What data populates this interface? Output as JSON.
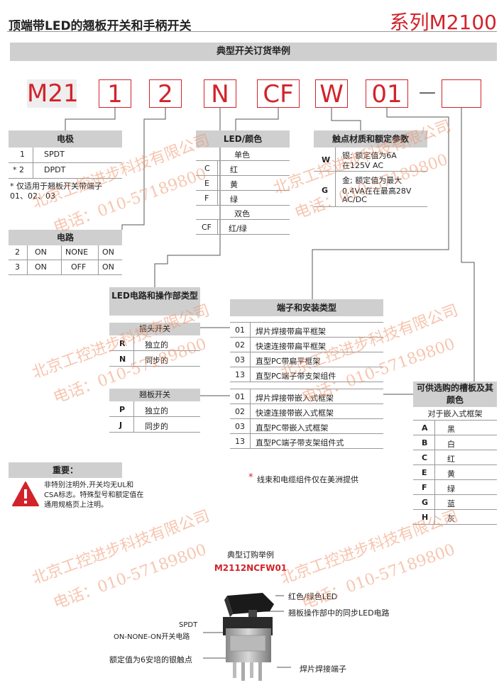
{
  "header": {
    "title": "顶端带LED的翘板开关和手柄开关",
    "series": "系列M2100"
  },
  "banner": "典型开关订货举例",
  "code": {
    "prefix": "M21",
    "b1": "1",
    "b2": "2",
    "b3": "N",
    "b4": "CF",
    "b5": "W",
    "b6": "01",
    "dash": "—"
  },
  "pole": {
    "title": "电极",
    "rows": [
      {
        "k": "1",
        "v": "SPDT"
      },
      {
        "k": "* 2",
        "v": "DPDT"
      }
    ],
    "note": "* 仅适用于翘板开关带端子 01、02、03"
  },
  "circuit": {
    "title": "电路",
    "rows": [
      {
        "k": "2",
        "a": "ON",
        "b": "NONE",
        "c": "ON"
      },
      {
        "k": "3",
        "a": "ON",
        "b": "OFF",
        "c": "ON"
      }
    ]
  },
  "led": {
    "title": "LED/颜色",
    "single": "单色",
    "rows1": [
      {
        "k": "C",
        "v": "红"
      },
      {
        "k": "E",
        "v": "黄"
      },
      {
        "k": "F",
        "v": "绿"
      }
    ],
    "dual": "双色",
    "rows2": [
      {
        "k": "CF",
        "v": "红/绿"
      }
    ]
  },
  "contact": {
    "title": "触点材质和额定参数",
    "rows": [
      {
        "k": "W",
        "v1": "银; 额定值为6A",
        "v2": "在125V AC"
      },
      {
        "k": "G",
        "v1": "金; 额定值为最大",
        "v2": "0.4VA在在最高28V",
        "v3": "AC/DC"
      }
    ]
  },
  "ledop": {
    "title": "LED电路和操作部类型",
    "rocker": "摇头开关",
    "rows1": [
      {
        "k": "R",
        "v": "独立的"
      },
      {
        "k": "N",
        "v": "同步的"
      }
    ],
    "paddle": "翘板开关",
    "rows2": [
      {
        "k": "P",
        "v": "独立的"
      },
      {
        "k": "J",
        "v": "同步的"
      }
    ]
  },
  "term": {
    "title": "端子和安装类型",
    "rows1": [
      {
        "k": "01",
        "v": "焊片焊接带扁平框架"
      },
      {
        "k": "02",
        "v": "快速连接带扁平框架"
      },
      {
        "k": "03",
        "v": "直型PC带扁平框架"
      },
      {
        "k": "13",
        "v": "直型PC端子带支架组件"
      }
    ],
    "rows2": [
      {
        "k": "01",
        "v": "焊片焊接带嵌入式框架"
      },
      {
        "k": "02",
        "v": "快速连接带嵌入式框架"
      },
      {
        "k": "03",
        "v": "直型PC带嵌入式框架"
      },
      {
        "k": "13",
        "v": "直型PC端子带支架组件式"
      }
    ]
  },
  "colors": {
    "title": "可供选购的槽板及其颜色",
    "sub": "对于嵌入式框架",
    "rows": [
      {
        "k": "A",
        "v": "黑"
      },
      {
        "k": "B",
        "v": "白"
      },
      {
        "k": "C",
        "v": "红"
      },
      {
        "k": "E",
        "v": "黄"
      },
      {
        "k": "F",
        "v": "绿"
      },
      {
        "k": "G",
        "v": "蓝"
      },
      {
        "k": "H",
        "v": "灰"
      }
    ]
  },
  "important": {
    "title": "重要：",
    "text1": "非特别注明外,开关均无UL和",
    "text2": "CSA标志。特殊型号和额定值在",
    "text3": "通用规格页上注明。"
  },
  "footnote": {
    "star": "*",
    "text": "线束和电缆组件仅在美洲提供"
  },
  "example": {
    "title": "典型订购举例",
    "code": "M2112NCFW01",
    "c1": "红色/绿色LED",
    "c2": "翘板操作部中的同步LED电路",
    "c3a": "SPDT",
    "c3b": "ON-NONE-ON开关电路",
    "c4": "额定值为6安培的银触点",
    "c5": "焊片焊接端子"
  },
  "watermark": {
    "company": "北京工控进步科技有限公司",
    "phone": "电话：010-57189800"
  },
  "accent": "#d2232a"
}
